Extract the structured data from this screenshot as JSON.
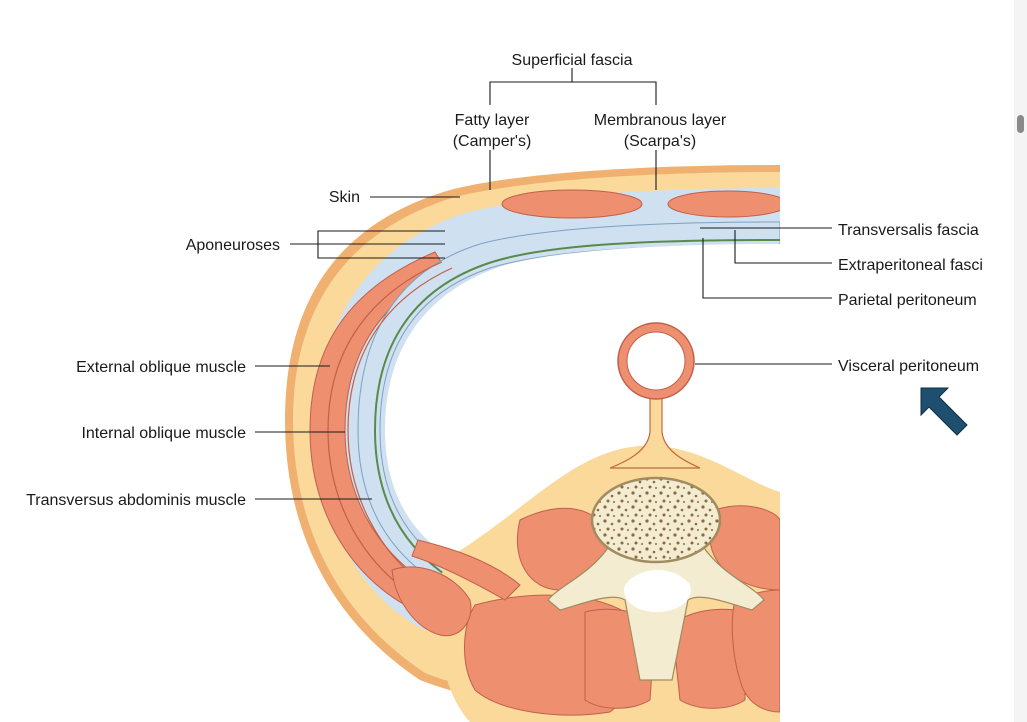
{
  "labels": {
    "superficial_fascia": "Superficial fascia",
    "fatty_layer_1": "Fatty layer",
    "fatty_layer_2": "(Camper's)",
    "membranous_layer_1": "Membranous layer",
    "membranous_layer_2": "(Scarpa's)",
    "skin": "Skin",
    "aponeuroses": "Aponeuroses",
    "transversalis_fascia": "Transversalis fascia",
    "extraperitoneal_fascia": "Extraperitoneal fasci",
    "parietal_peritoneum": "Parietal peritoneum",
    "visceral_peritoneum": "Visceral peritoneum",
    "external_oblique": "External oblique muscle",
    "internal_oblique": "Internal oblique muscle",
    "transversus_abdominis": "Transversus abdominis muscle"
  },
  "colors": {
    "skin": "#f0b070",
    "fat": "#fad99a",
    "fascia": "#cfe0f0",
    "muscle": "#ee8f70",
    "muscle_edge": "#c0604a",
    "peritoneum": "#5a8a4a",
    "bone": "#f3ecd0",
    "arrow": "#1e4f6e"
  },
  "icons": {
    "pointer": "arrow-pointer-icon"
  }
}
